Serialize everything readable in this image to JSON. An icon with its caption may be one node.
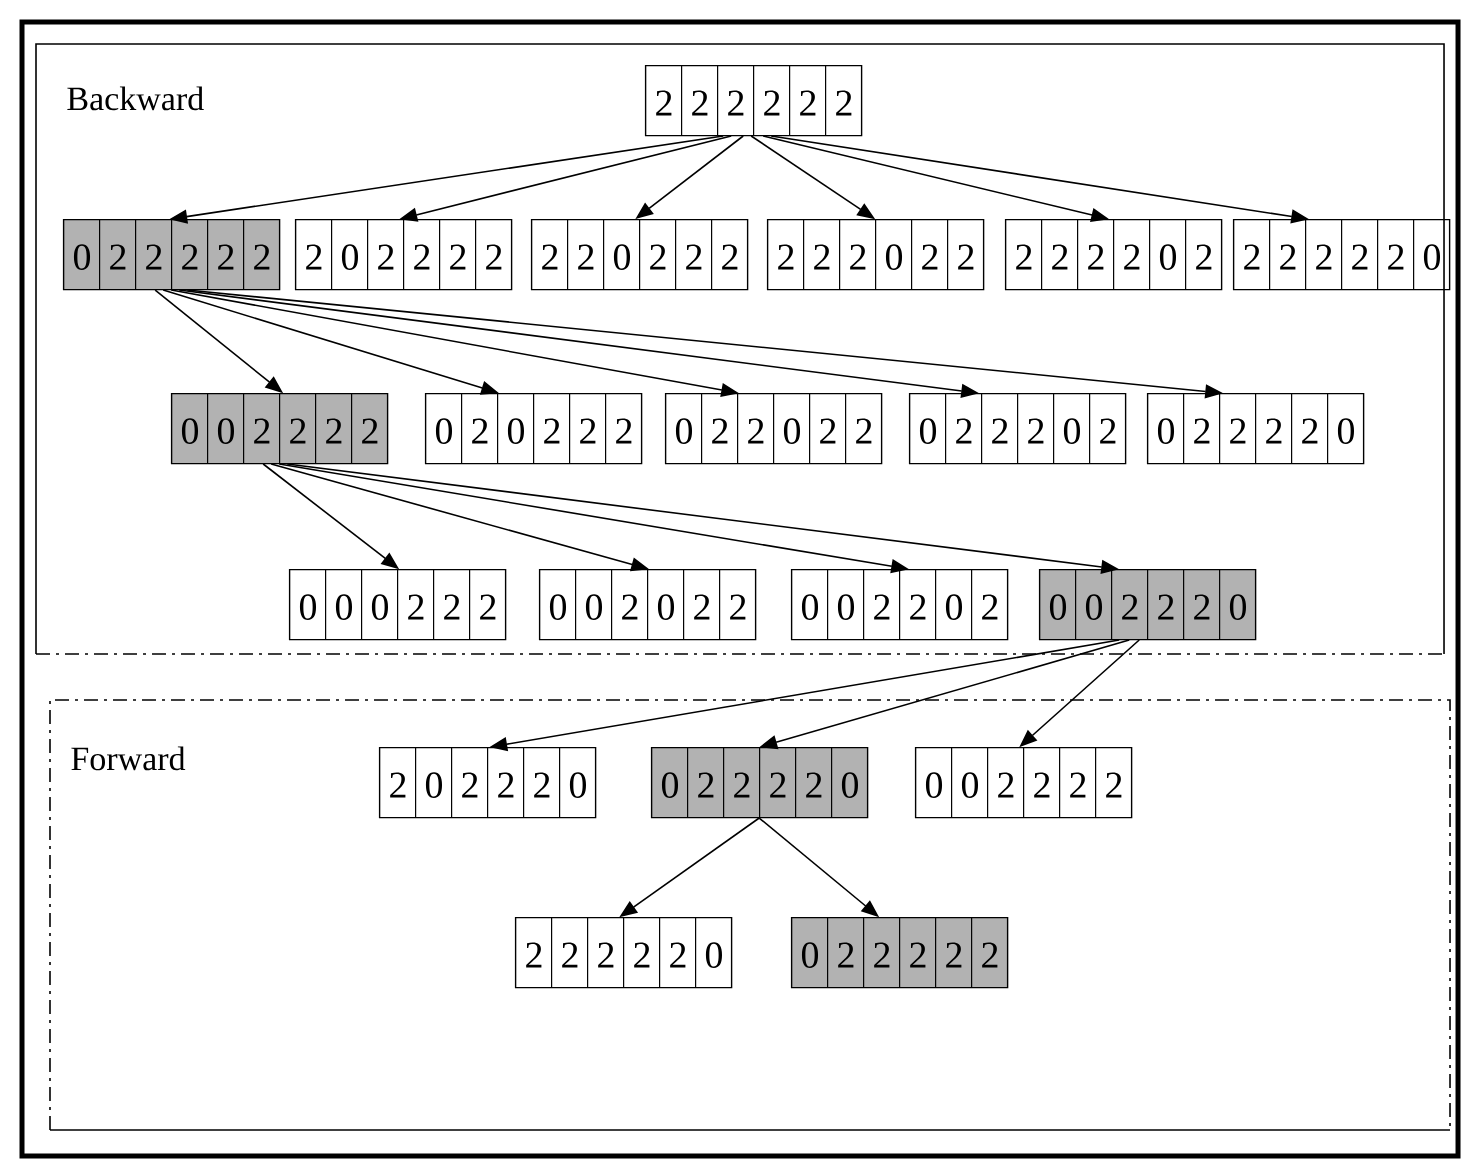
{
  "diagram": {
    "nodes": [
      {
        "text": [
          "Backward"
        ]
      },
      {
        "text": [
          "2 2 2 2 2 2"
        ],
        "in": 0
      },
      {
        "text": [
          "0 2 2 2 2 2"
        ],
        "in": 0
      },
      {
        "text": [
          "2 0 2 2 2 2"
        ],
        "in": 0
      },
      {
        "text": [
          "2 2 0 2 2 2"
        ],
        "in": 0
      },
      {
        "text": [
          "2 2 2 0 2 2"
        ],
        "in": 0
      },
      {
        "text": [
          "2 2 2 2 0 2"
        ],
        "in": 0
      },
      {
        "text": [
          "2 2 2 2 2 0"
        ],
        "in": 0
      },
      {
        "text": [
          "0 0 2 2 2 2"
        ],
        "in": 0
      },
      {
        "text": [
          "0 2 0 2 2 2"
        ],
        "in": 0
      },
      {
        "text": [
          "0 2 2 0 2 2"
        ],
        "in": 0
      },
      {
        "text": [
          "0 2 2 2 0 2"
        ],
        "in": 0
      },
      {
        "text": [
          "0 2 2 2 2 0"
        ],
        "in": 0
      },
      {
        "text": [
          "0 0 0 2 2 2"
        ],
        "in": 0
      },
      {
        "text": [
          "0 0 2 0 2 2"
        ],
        "in": 0
      },
      {
        "text": [
          "0 0 2 2 0 2"
        ],
        "in": 0
      },
      {
        "text": [
          "0 0 2 2 2 0"
        ],
        "in": 0
      },
      {
        "text": [
          "Forward"
        ]
      },
      {
        "text": [
          "2 0 2 2 2 0"
        ],
        "in": 17
      },
      {
        "text": [
          "0 2 2 2 2 0"
        ],
        "in": 17
      },
      {
        "text": [
          "0 0 2 2 2 2"
        ],
        "in": 17
      },
      {
        "text": [
          "2 2 2 2 2 0"
        ],
        "in": 17
      },
      {
        "text": [
          "0 2 2 2 2 2"
        ],
        "in": 17
      }
    ],
    "edges": [
      {
        "from": 1,
        "to": 2,
        "arrow": "to"
      },
      {
        "from": 1,
        "to": 3,
        "arrow": "to"
      },
      {
        "from": 1,
        "to": 4,
        "arrow": "to"
      },
      {
        "from": 1,
        "to": 5,
        "arrow": "to"
      },
      {
        "from": 1,
        "to": 6,
        "arrow": "to"
      },
      {
        "from": 1,
        "to": 7,
        "arrow": "to"
      },
      {
        "from": 2,
        "to": 8,
        "arrow": "to"
      },
      {
        "from": 2,
        "to": 9,
        "arrow": "to"
      },
      {
        "from": 2,
        "to": 10,
        "arrow": "to"
      },
      {
        "from": 2,
        "to": 11,
        "arrow": "to"
      },
      {
        "from": 2,
        "to": 12,
        "arrow": "to"
      },
      {
        "from": 8,
        "to": 13,
        "arrow": "to"
      },
      {
        "from": 8,
        "to": 14,
        "arrow": "to"
      },
      {
        "from": 8,
        "to": 15,
        "arrow": "to"
      },
      {
        "from": 8,
        "to": 16,
        "arrow": "to"
      },
      {
        "from": 16,
        "to": 18,
        "arrow": "to"
      },
      {
        "from": 16,
        "to": 19,
        "arrow": "to"
      },
      {
        "from": 16,
        "to": 20,
        "arrow": "to"
      },
      {
        "from": 19,
        "to": 21,
        "arrow": "to"
      },
      {
        "from": 19,
        "to": 22,
        "arrow": "to"
      }
    ]
  }
}
